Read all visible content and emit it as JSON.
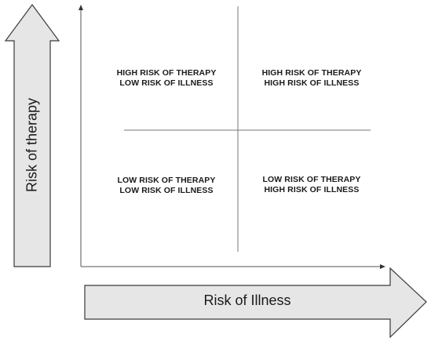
{
  "diagram": {
    "y_axis_label": "Risk of therapy",
    "x_axis_label": "Risk of Illness",
    "quadrants": {
      "top_left": {
        "line1": "HIGH RISK OF THERAPY",
        "line2": "LOW RISK OF ILLNESS"
      },
      "top_right": {
        "line1": "HIGH RISK OF THERAPY",
        "line2": "HIGH RISK OF ILLNESS"
      },
      "bottom_left": {
        "line1": "LOW RISK OF THERAPY",
        "line2": "LOW RISK OF ILLNESS"
      },
      "bottom_right": {
        "line1": "LOW RISK OF THERAPY",
        "line2": "HIGH RISK OF ILLNESS"
      }
    },
    "colors": {
      "arrow_fill": "#e6e6e6",
      "arrow_stroke": "#3a3a3a",
      "line": "#555555"
    }
  }
}
